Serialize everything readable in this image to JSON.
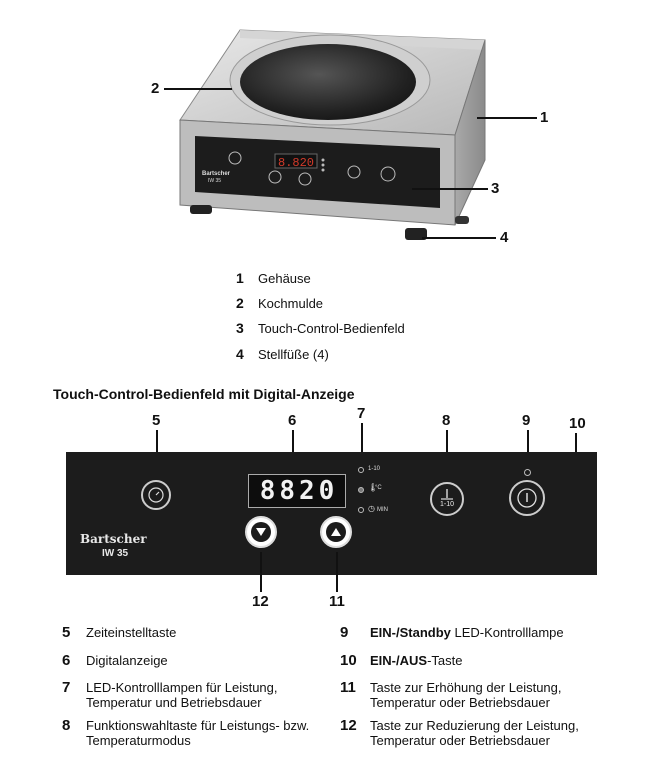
{
  "top_figure": {
    "callouts": [
      "1",
      "2",
      "3",
      "4"
    ],
    "brand": "Bartscher",
    "model": "IW 35",
    "display": "8.8.2.0"
  },
  "parts_legend": [
    {
      "num": "1",
      "label": "Gehäuse"
    },
    {
      "num": "2",
      "label": "Kochmulde"
    },
    {
      "num": "3",
      "label": "Touch-Control-Bedienfeld"
    },
    {
      "num": "4",
      "label": "Stellfüße (4)"
    }
  ],
  "panel_section": {
    "title": "Touch-Control-Bedienfeld mit Digital-Anzeige",
    "callouts": {
      "c5": "5",
      "c6": "6",
      "c7": "7",
      "c8": "8",
      "c9": "9",
      "c10": "10",
      "c11": "11",
      "c12": "12"
    },
    "display_digits": [
      "8",
      "8",
      "2",
      "0"
    ],
    "led_labels": [
      "1-10",
      "°C",
      "MIN"
    ],
    "function_key_label": "1-10",
    "brand": "Bartscher",
    "model": "IW 35"
  },
  "descriptions_left": [
    {
      "num": "5",
      "text": "Zeiteinstelltaste"
    },
    {
      "num": "6",
      "text": "Digitalanzeige"
    },
    {
      "num": "7",
      "text": "LED-Kontrolllampen für Leistung, Temperatur und Betriebsdauer"
    },
    {
      "num": "8",
      "text": "Funktionswahltaste für Leistungs- bzw. Temperaturmodus"
    }
  ],
  "descriptions_right": [
    {
      "num": "9",
      "bold": "EIN-/Standby",
      "text": " LED-Kontrolllampe"
    },
    {
      "num": "10",
      "bold": "EIN-/AUS",
      "text": "-Taste"
    },
    {
      "num": "11",
      "text": "Taste zur Erhöhung der Leistung, Temperatur oder Betriebsdauer"
    },
    {
      "num": "12",
      "text": "Taste zur Reduzierung der Leistung, Temperatur oder Betriebsdauer"
    }
  ],
  "colors": {
    "panel": "#1c1c1c",
    "steel": "#c9c9c9",
    "display_red": "#d23a2a"
  }
}
